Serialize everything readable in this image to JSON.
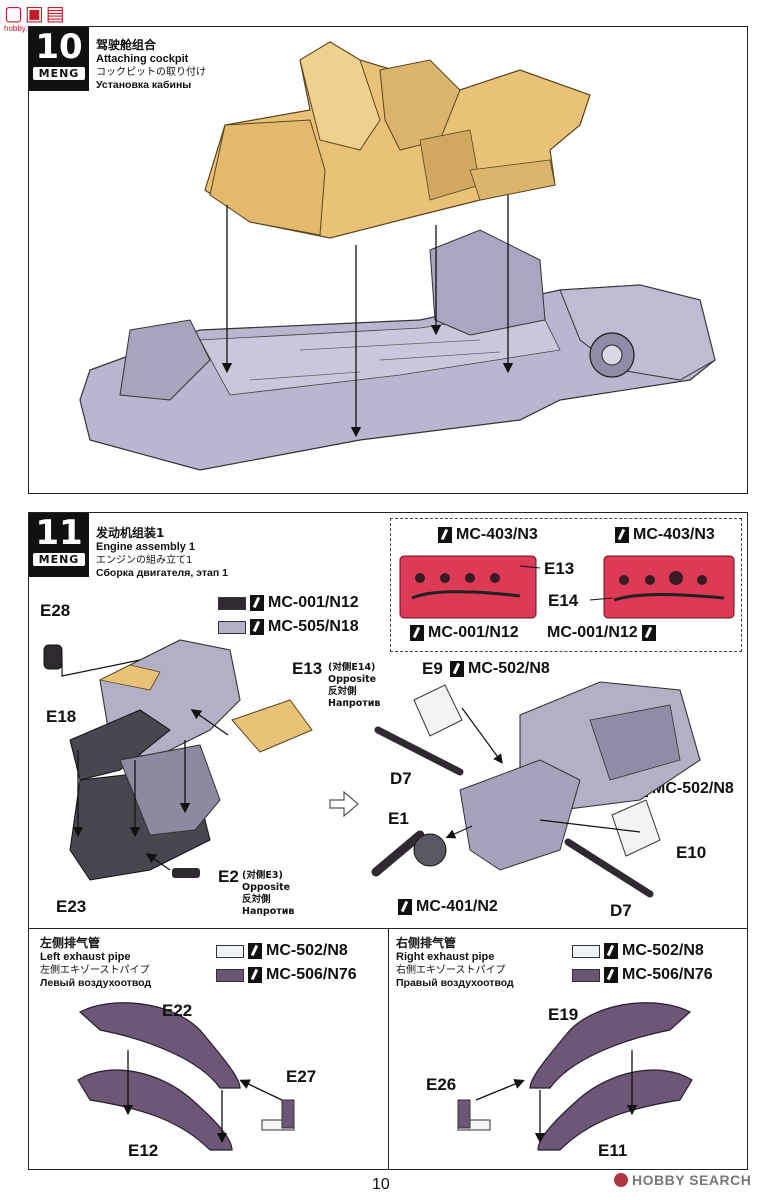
{
  "watermark_top": {
    "site": "hobby.com.cn"
  },
  "step10": {
    "number": "10",
    "brand": "MENG",
    "title_cn": "驾驶舱组合",
    "title_en": "Attaching cockpit",
    "title_jp": "コックピットの取り付け",
    "title_ru": "Установка кабины"
  },
  "step11": {
    "number": "11",
    "brand": "MENG",
    "title_cn": "发动机组装1",
    "title_en": "Engine assembly 1",
    "title_jp": "エンジンの組み立て1",
    "title_ru": "Сборка двигателя, этап 1",
    "paint_legend": [
      {
        "code": "MC-001/N12",
        "color": "#2e2a30"
      },
      {
        "code": "MC-505/N18",
        "color": "#b3b0c6"
      }
    ],
    "inset": {
      "left_top_paint": "MC-403/N3",
      "left_part": "E13",
      "left_bottom_paint": "MC-001/N12",
      "right_top_paint": "MC-403/N3",
      "right_part": "E14",
      "right_bottom_paint": "MC-001/N12"
    },
    "parts": {
      "e28": "E28",
      "e18": "E18",
      "e23": "E23",
      "e13": "E13",
      "e13_note_cn": "(对侧E14)",
      "e13_note_en": "Opposite",
      "e13_note_jp": "反対側",
      "e13_note_ru": "Напротив",
      "e2": "E2",
      "e2_note_cn": "(对侧E3)",
      "e2_note_en": "Opposite",
      "e2_note_jp": "反対側",
      "e2_note_ru": "Напротив",
      "e9": "E9",
      "e9_paint": "MC-502/N8",
      "d7_left": "D7",
      "e1": "E1",
      "e1_paint": "MC-401/N2",
      "e10": "E10",
      "e10_paint": "MC-502/N8",
      "d7_right": "D7"
    }
  },
  "left_exhaust": {
    "title_cn": "左侧排气管",
    "title_en": "Left exhaust pipe",
    "title_jp": "左側エキゾーストパイプ",
    "title_ru": "Левый воздухоотвод",
    "paints": [
      {
        "code": "MC-502/N8",
        "color": "#eef3f7"
      },
      {
        "code": "MC-506/N76",
        "color": "#6a5670"
      }
    ],
    "parts": {
      "a": "E22",
      "b": "E27",
      "c": "E12"
    }
  },
  "right_exhaust": {
    "title_cn": "右侧排气管",
    "title_en": "Right exhaust pipe",
    "title_jp": "右側エキゾーストパイプ",
    "title_ru": "Правый воздухоотвод",
    "paints": [
      {
        "code": "MC-502/N8",
        "color": "#eef3f7"
      },
      {
        "code": "MC-506/N76",
        "color": "#6a5670"
      }
    ],
    "parts": {
      "a": "E19",
      "b": "E26",
      "c": "E11"
    }
  },
  "footer": {
    "page_number": "10",
    "watermark": "HOBBY SEARCH"
  },
  "colors": {
    "cockpit_tan": "#e9c277",
    "chassis_lavender": "#b9b6cf",
    "inset_red": "#dc3a55",
    "exhaust_purple": "#6c5876"
  }
}
